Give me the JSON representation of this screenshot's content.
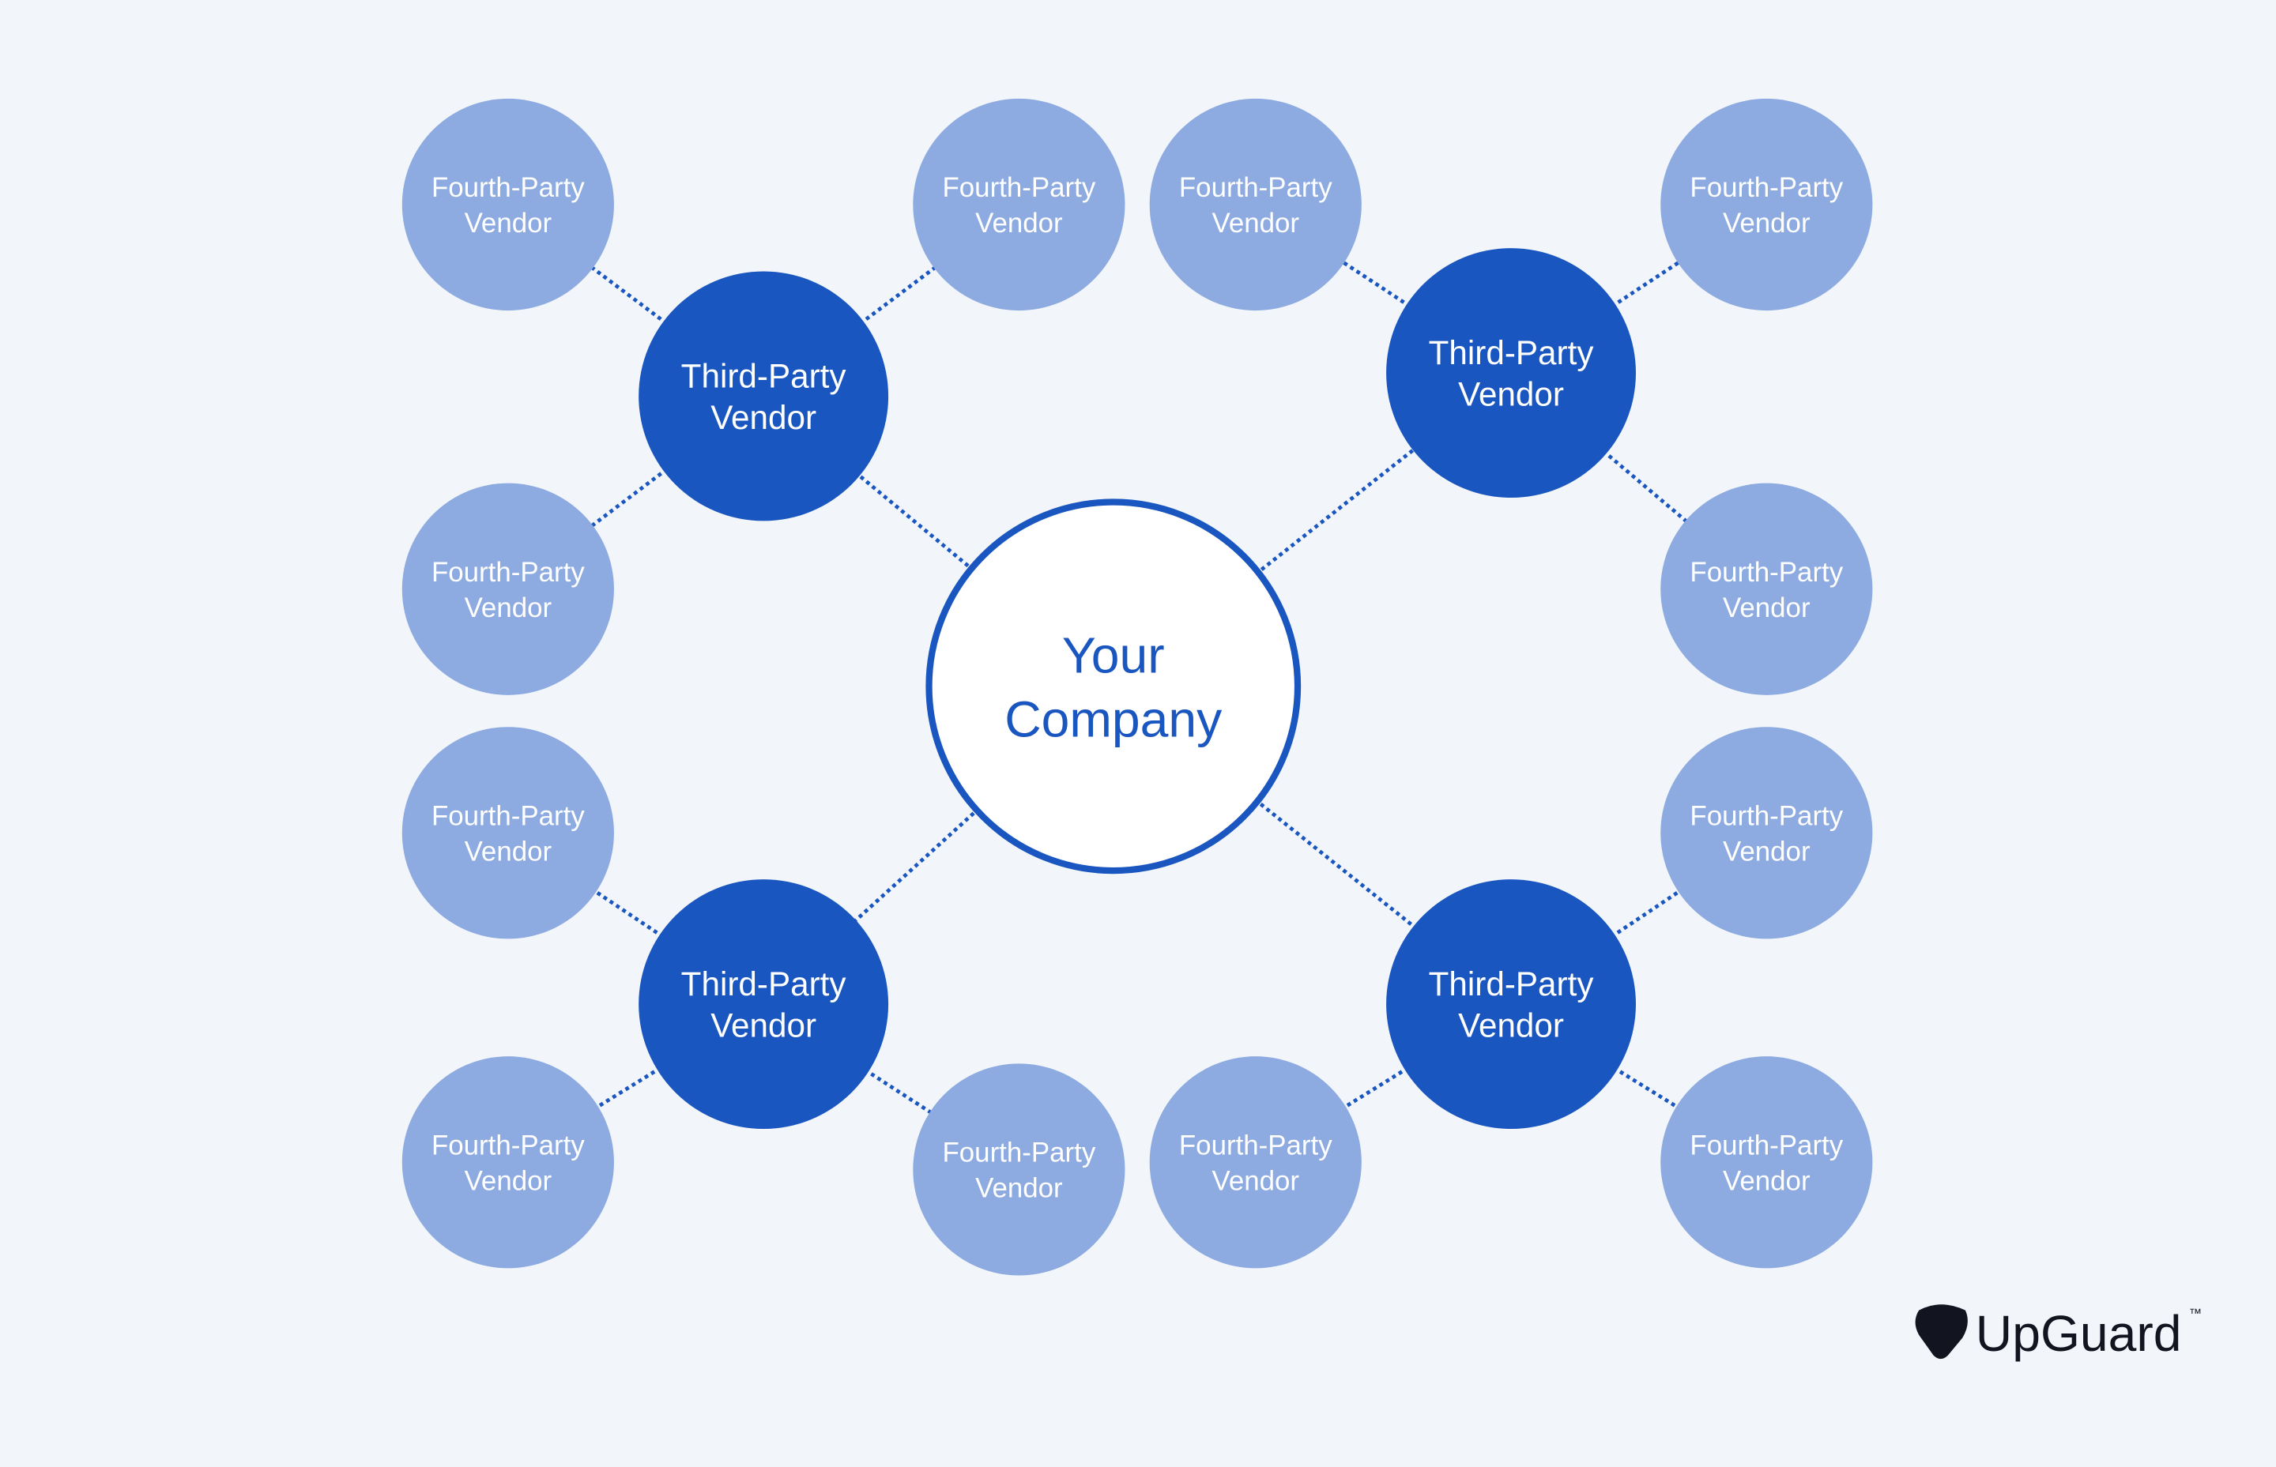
{
  "diagram": {
    "center": {
      "lines": [
        "Your",
        "Company"
      ]
    },
    "third_party_label": [
      "Third-Party",
      "Vendor"
    ],
    "fourth_party_label": [
      "Fourth-Party",
      "Vendor"
    ],
    "third_party_vendors": [
      {
        "id": "tl",
        "fourth_party_count": 3
      },
      {
        "id": "tr",
        "fourth_party_count": 3
      },
      {
        "id": "bl",
        "fourth_party_count": 3
      },
      {
        "id": "br",
        "fourth_party_count": 3
      }
    ]
  },
  "logo": {
    "name": "UpGuard",
    "trademark": "™"
  },
  "colors": {
    "background": "#f2f6fb",
    "primary": "#1a56c0",
    "fourth_party": "#8dabe0",
    "center_fill": "#ffffff",
    "logo": "#12151f"
  }
}
